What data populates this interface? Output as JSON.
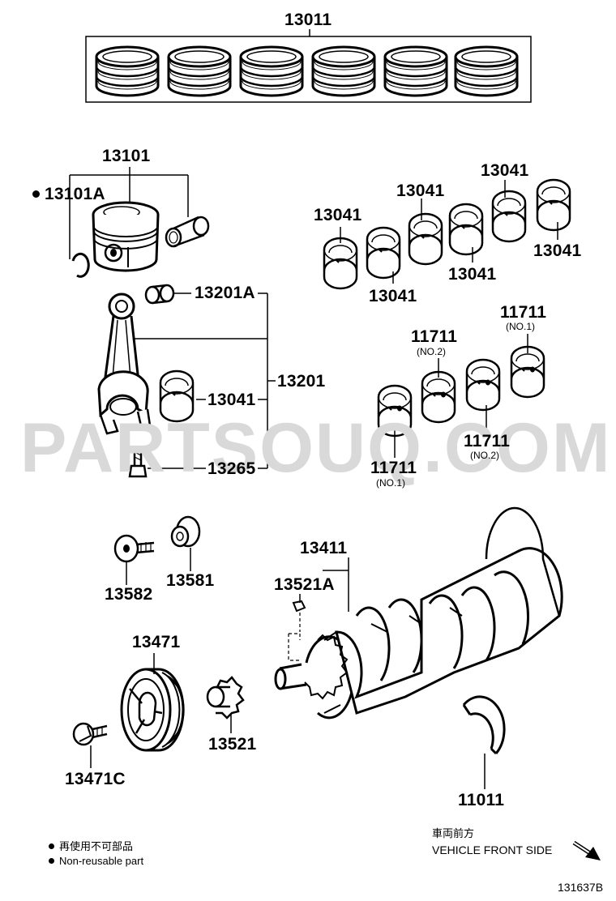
{
  "watermark": "PARTSOUQ.COM",
  "labels": {
    "p13011": "13011",
    "p13101": "13101",
    "p13101A": "13101A",
    "p13201A": "13201A",
    "p13201": "13201",
    "p13041_rod": "13041",
    "p13265": "13265",
    "p13041_a": "13041",
    "p13041_b": "13041",
    "p13041_c": "13041",
    "p13041_d": "13041",
    "p13041_e": "13041",
    "p13041_f": "13041",
    "p11711_a": "11711",
    "p11711_b": "11711",
    "p11711_c": "11711",
    "p11711_d": "11711",
    "p13582": "13582",
    "p13581": "13581",
    "p13411": "13411",
    "p13521A": "13521A",
    "p13471": "13471",
    "p13521": "13521",
    "p13471C": "13471C",
    "p11011": "11011",
    "drawing_number": "131637B"
  },
  "sublabels": {
    "no1_top": "(NO.1)",
    "no2_top": "(NO.2)",
    "no2_bottom": "(NO.2)",
    "no1_bottom": "(NO.1)"
  },
  "legend": {
    "jp": "再使用不可部品",
    "en": "Non-reusable part"
  },
  "direction": {
    "jp": "車両前方",
    "en": "VEHICLE FRONT SIDE"
  }
}
